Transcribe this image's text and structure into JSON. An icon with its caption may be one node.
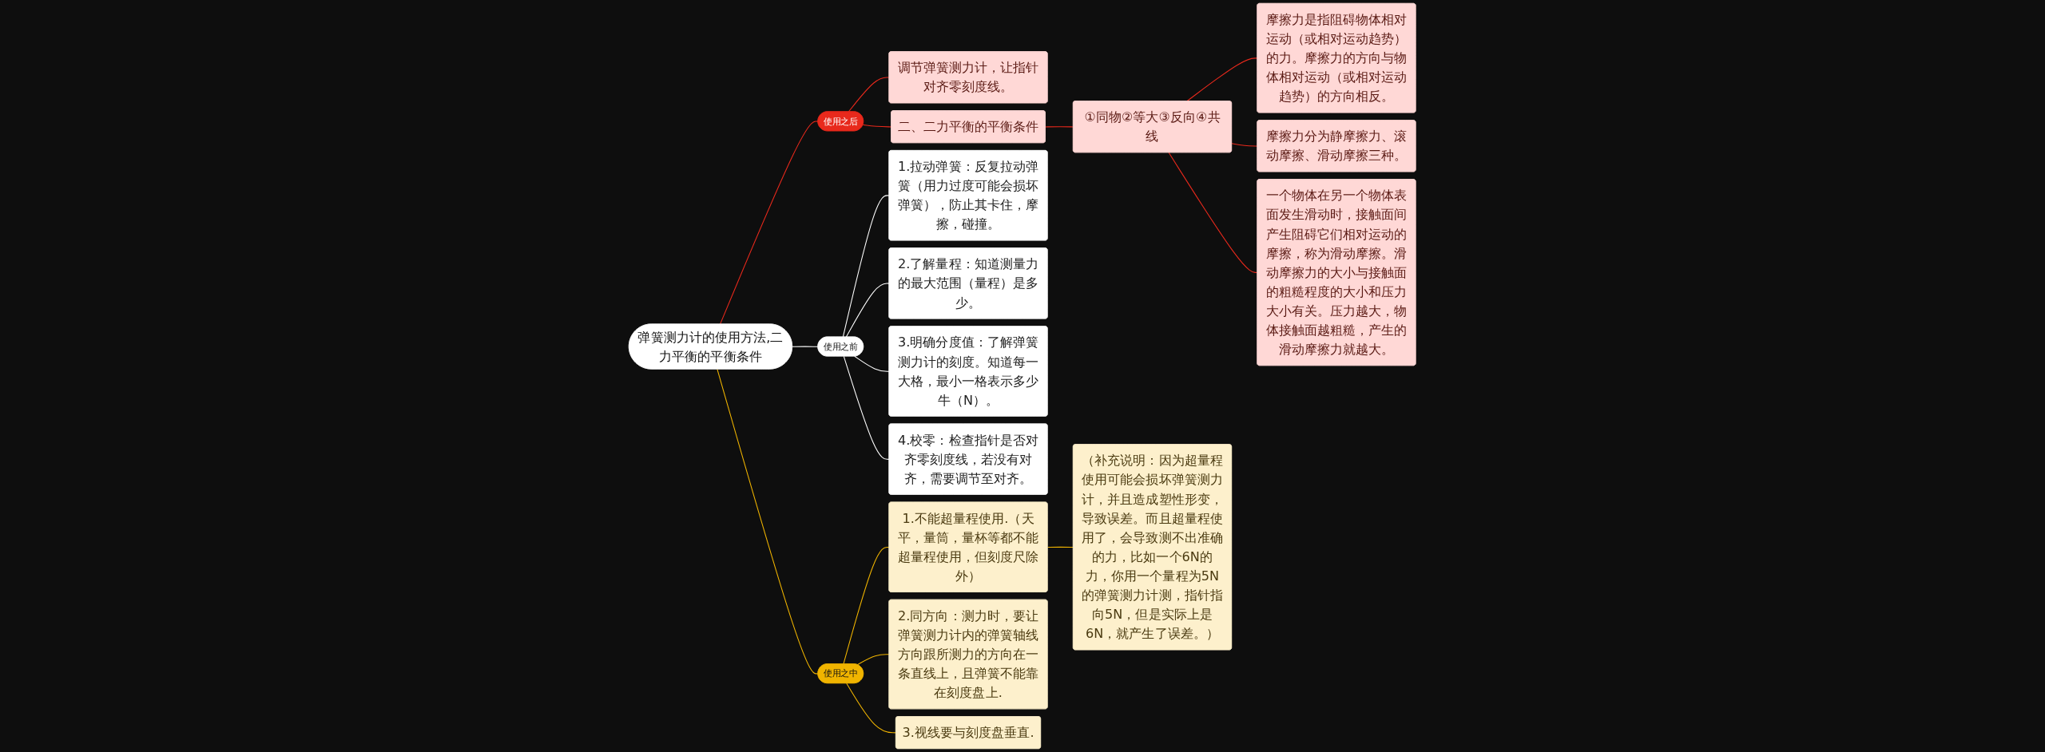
{
  "diagram": {
    "nodes": [
      {
        "text": [
          "弹簧测力计的使用方法,二力平衡的平衡条件"
        ]
      },
      {
        "text": [
          "使用之前"
        ]
      },
      {
        "text": [
          "1.拉动弹簧：反复拉动弹簧（用力过度可能会损坏弹簧），防止其卡住，摩擦，碰撞。"
        ]
      },
      {
        "text": [
          "2.了解量程：知道测量力的最大范围（量程）是多少。"
        ]
      },
      {
        "text": [
          "3.明确分度值：了解弹簧测力计的刻度。知道每一大格，最小一格表示多少牛（N）。"
        ]
      },
      {
        "text": [
          "4.校零：检查指针是否对齐零刻度线，若没有对齐，需要调节至对齐。"
        ]
      },
      {
        "text": [
          "使用之后"
        ]
      },
      {
        "text": [
          "调节弹簧测力计，让指针对齐零刻度线。"
        ]
      },
      {
        "text": [
          "二、二力平衡的平衡条件"
        ]
      },
      {
        "text": [
          "①同物②等大③反向④共线"
        ]
      },
      {
        "text": [
          "摩擦力是指阻碍物体相对运动（或相对运动趋势）的力。摩擦力的方向与物体相对运动（或相对运动趋势）的方向相反。"
        ]
      },
      {
        "text": [
          "摩擦力分为静摩擦力、滚动摩擦、滑动摩擦三种。"
        ]
      },
      {
        "text": [
          "一个物体在另一个物体表面发生滑动时，接触面间产生阻碍它们相对运动的摩擦，称为滑动摩擦。滑动摩擦力的大小与接触面的粗糙程度的大小和压力大小有关。压力越大，物体接触面越粗糙，产生的滑动摩擦力就越大。"
        ]
      },
      {
        "text": [
          "使用之中"
        ]
      },
      {
        "text": [
          "1.不能超量程使用.（天平，量筒，量杯等都不能超量程使用，但刻度尺除外）"
        ]
      },
      {
        "text": [
          "（补充说明：因为超量程使用可能会损坏弹簧测力计，并且造成塑性形变，导致误差。而且超量程使用了，会导致测不出准确的力，比如一个6N的力，你用一个量程为5N的弹簧测力计测，指针指向5N，但是实际上是6N，就产生了误差。）"
        ]
      },
      {
        "text": [
          "2.同方向：测力时，要让弹簧测力计内的弹簧轴线方向跟所测力的方向在一条直线上，且弹簧不能靠在刻度盘上."
        ]
      },
      {
        "text": [
          "3.视线要与刻度盘垂直."
        ]
      }
    ],
    "edges": [
      {
        "from": 0,
        "to": 1,
        "arrow": "none",
        "color": "#ffffff"
      },
      {
        "from": 1,
        "to": 2,
        "arrow": "none",
        "color": "#ffffff"
      },
      {
        "from": 1,
        "to": 3,
        "arrow": "none",
        "color": "#ffffff"
      },
      {
        "from": 1,
        "to": 4,
        "arrow": "none",
        "color": "#ffffff"
      },
      {
        "from": 1,
        "to": 5,
        "arrow": "none",
        "color": "#ffffff"
      },
      {
        "from": 0,
        "to": 6,
        "arrow": "none"
      },
      {
        "from": 6,
        "to": 7,
        "arrow": "none"
      },
      {
        "from": 6,
        "to": 8,
        "arrow": "none"
      },
      {
        "from": 8,
        "to": 9,
        "arrow": "none"
      },
      {
        "from": 9,
        "to": 10,
        "arrow": "none"
      },
      {
        "from": 9,
        "to": 11,
        "arrow": "none"
      },
      {
        "from": 9,
        "to": 12,
        "arrow": "none"
      },
      {
        "from": 0,
        "to": 13,
        "arrow": "none",
        "color": "#f0b400"
      },
      {
        "from": 13,
        "to": 14,
        "arrow": "none",
        "color": "#f0b400"
      },
      {
        "from": 14,
        "to": 15,
        "arrow": "none",
        "color": "#f0b400"
      },
      {
        "from": 13,
        "to": 16,
        "arrow": "none",
        "color": "#f0b400"
      },
      {
        "from": 13,
        "to": 17,
        "arrow": "none",
        "color": "#f0b400"
      }
    ]
  }
}
